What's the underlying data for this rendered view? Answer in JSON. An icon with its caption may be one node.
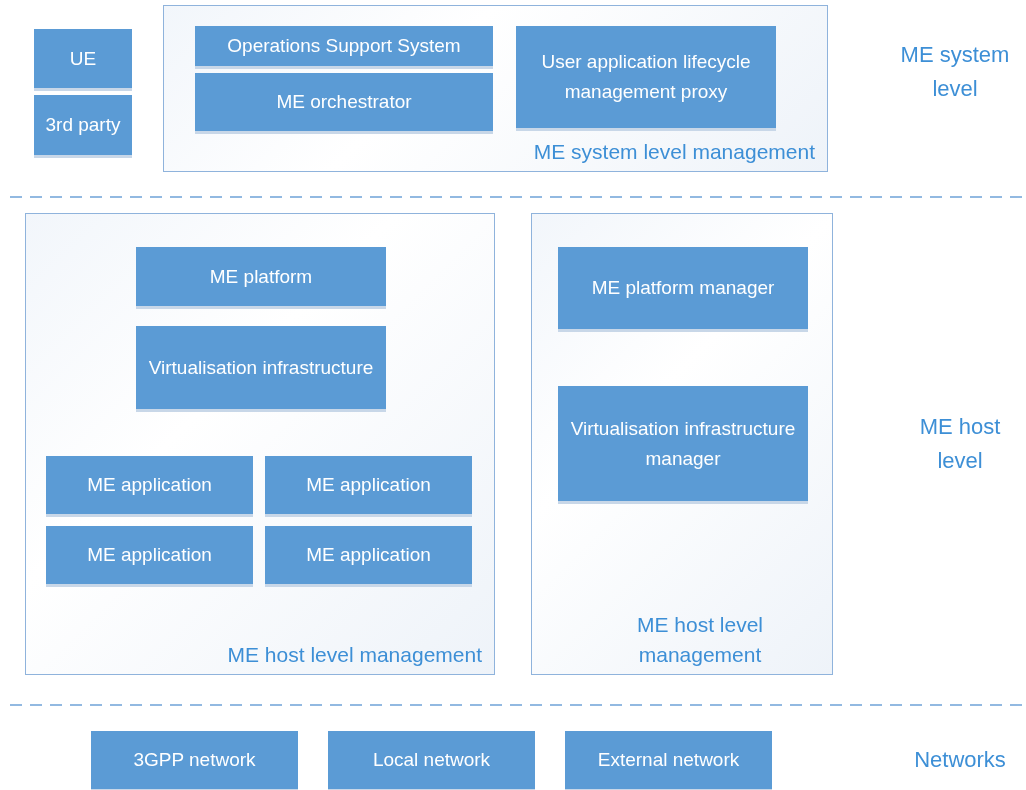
{
  "diagram": {
    "nodes": [
      {
        "text": [
          "UE"
        ]
      },
      {
        "text": [
          "3rd party"
        ]
      },
      {
        "text": [
          "ME system level management"
        ]
      },
      {
        "text": [
          "Operations Support System"
        ],
        "in": 2
      },
      {
        "text": [
          "ME orchestrator"
        ],
        "in": 2
      },
      {
        "text": [
          "User application lifecycle management proxy"
        ],
        "in": 2
      },
      {
        "text": [
          "ME host level management"
        ]
      },
      {
        "text": [
          "ME platform"
        ],
        "in": 6
      },
      {
        "text": [
          "Virtualisation infrastructure"
        ],
        "in": 6
      },
      {
        "text": [
          "ME application"
        ],
        "in": 6
      },
      {
        "text": [
          "ME application"
        ],
        "in": 6
      },
      {
        "text": [
          "ME application"
        ],
        "in": 6
      },
      {
        "text": [
          "ME application"
        ],
        "in": 6
      },
      {
        "text": [
          "ME host level management"
        ]
      },
      {
        "text": [
          "ME platform manager"
        ],
        "in": 13
      },
      {
        "text": [
          "Virtualisation infrastructure manager"
        ],
        "in": 13
      },
      {
        "text": [
          "3GPP network"
        ]
      },
      {
        "text": [
          "Local network"
        ]
      },
      {
        "text": [
          "External network"
        ]
      }
    ],
    "labels": [
      "ME system level",
      "ME host level",
      "Networks"
    ]
  }
}
